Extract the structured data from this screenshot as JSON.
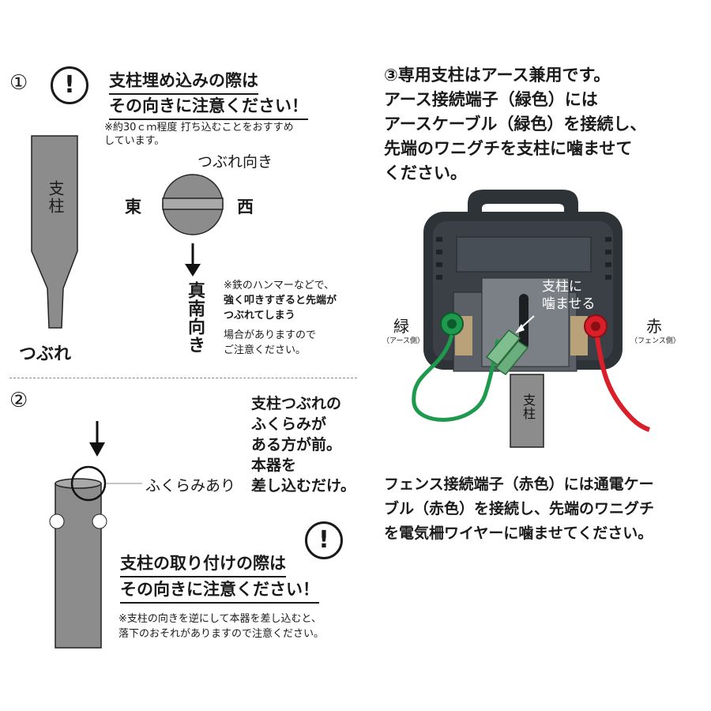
{
  "section1": {
    "number": "①",
    "warn_mark": "!",
    "heading_line1": "支柱埋め込みの際は",
    "heading_line2": "その向きに注意ください！",
    "note_line1": "※約30ｃｍ程度 打ち込むことをおすすめ",
    "note_line2": "しています。",
    "post_label": "支柱",
    "tip_label": "つぶれ",
    "direction_title": "つぶれ向き",
    "east": "東",
    "west": "西",
    "south": "真南向き",
    "hammer_line1": "※鉄のハンマーなどで、",
    "hammer_line2": "強く叩きすぎると先端が",
    "hammer_line3": "つぶれてしまう",
    "hammer_line4": "場合がありますので",
    "hammer_line5": "ご注意ください。"
  },
  "section2": {
    "number": "②",
    "bulge_label": "ふくらみあり",
    "front_line1": "支柱つぶれの",
    "front_line2": "ふくらみが",
    "front_line3": "ある方が前。",
    "front_line4": "本器を",
    "front_line5": "差し込むだけ。",
    "warn_mark": "!",
    "heading_line1": "支柱の取り付けの際は",
    "heading_line2": "その向きに注意ください！",
    "note_line1": "※支柱の向きを逆にして本器を差し込むと、",
    "note_line2": "落下のおそれがありますので注意ください。"
  },
  "section3": {
    "line1": "③専用支柱はアース兼用です。",
    "line2": "アース接続端子（緑色）には",
    "line3": "アースケーブル（緑色）を接続し、",
    "line4": "先端のワニグチを支柱に噛ませて",
    "line5": "ください。",
    "green_label": "緑",
    "green_sub": "（アース側）",
    "red_label": "赤",
    "red_sub": "（フェンス側）",
    "clip_label_line1": "支柱に",
    "clip_label_line2": "噛ませる",
    "post_label": "支柱",
    "fence_line1": "フェンス接続端子（赤色）には通電ケー",
    "fence_line2": "ブル（赤色）を接続し、先端のワニグチ",
    "fence_line3": "を電気柵ワイヤーに噛ませてください。"
  },
  "colors": {
    "post_gray": "#8c8c8c",
    "green_cable": "#1e9a4e",
    "red_cable": "#d9202a",
    "device_dark": "#2e3338"
  }
}
